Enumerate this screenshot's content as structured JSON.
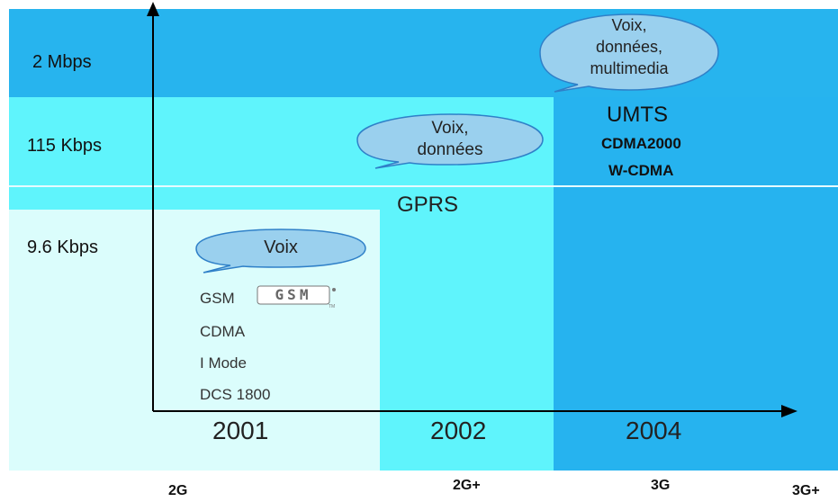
{
  "rows": {
    "r2mbps": "2 Mbps",
    "r115kbps": "115 Kbps",
    "r96kbps": "9.6 Kbps"
  },
  "years": {
    "y2001": "2001",
    "y2002": "2002",
    "y2004": "2004"
  },
  "generations": {
    "g2": "2G",
    "g2plus": "2G+",
    "g3": "3G",
    "g3plus": "3G+"
  },
  "bubbles": {
    "voix": "Voix",
    "voix_donnees": [
      "Voix,",
      "données"
    ],
    "voix_donnees_multimedia": [
      "Voix,",
      "données,",
      "multimedia"
    ]
  },
  "technologies": {
    "gsm": "GSM",
    "gsm_logo_text": "GSM",
    "cdma": "CDMA",
    "imode": "I Mode",
    "dcs1800": "DCS 1800",
    "gprs": "GPRS",
    "umts": "UMTS",
    "cdma2000": "CDMA2000",
    "wcdma": "W-CDMA"
  },
  "colors": {
    "band_top": "#27b4ee",
    "band_mid": "#5ff4fc",
    "band_low": "#dbfdfc",
    "col_3g": "#26b3ef",
    "bubble_fill": "#9ad0ee",
    "bubble_stroke": "#2f80c8"
  }
}
